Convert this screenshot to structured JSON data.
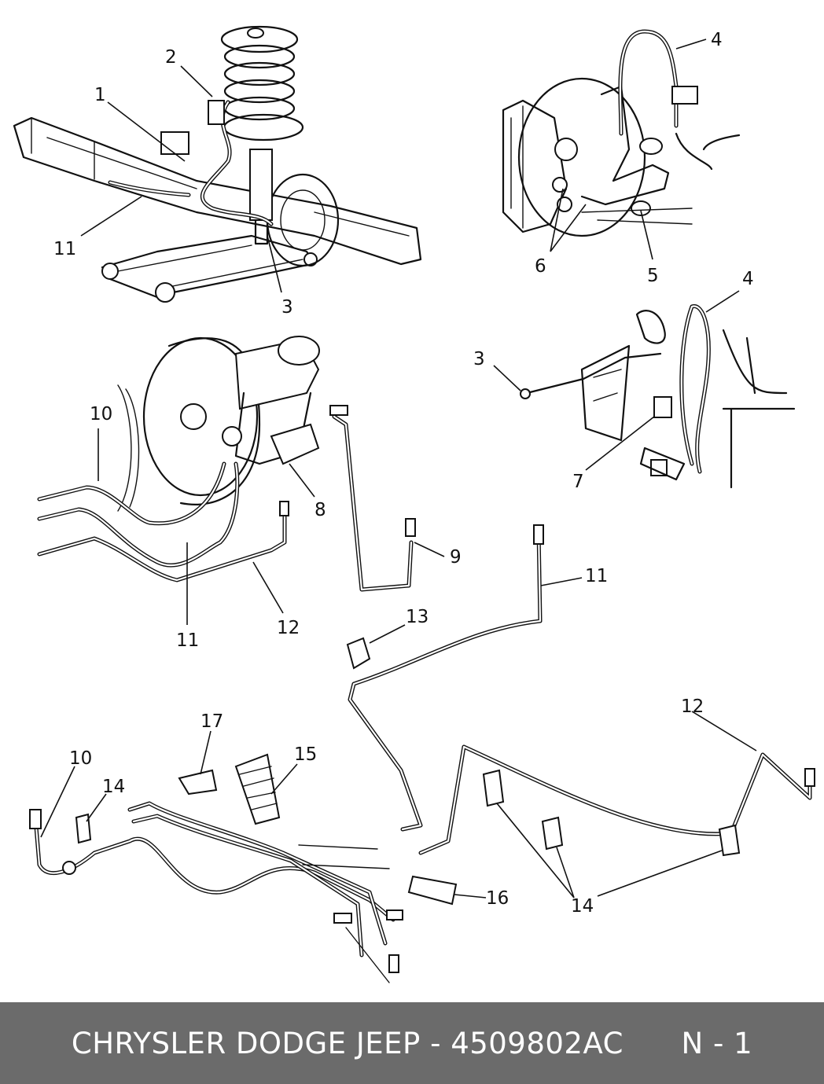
{
  "callouts": {
    "c1": "1",
    "c2": "2",
    "c3_top": "3",
    "c11_top": "11",
    "c4_tr": "4",
    "c5": "5",
    "c6": "6",
    "c4_mr": "4",
    "c3_mr": "3",
    "c7": "7",
    "c10_ml": "10",
    "c8": "8",
    "c9": "9",
    "c11_ml": "11",
    "c12_ml": "12",
    "c11_mid": "11",
    "c13": "13",
    "c17": "17",
    "c15": "15",
    "c10_bl": "10",
    "c14_bl": "14",
    "c16": "16",
    "c12_br": "12",
    "c14_br": "14"
  },
  "footer": {
    "brand": "CHRYSLER DODGE JEEP",
    "separator": " - ",
    "part_number": "4509802AC",
    "page": "N - 1"
  }
}
